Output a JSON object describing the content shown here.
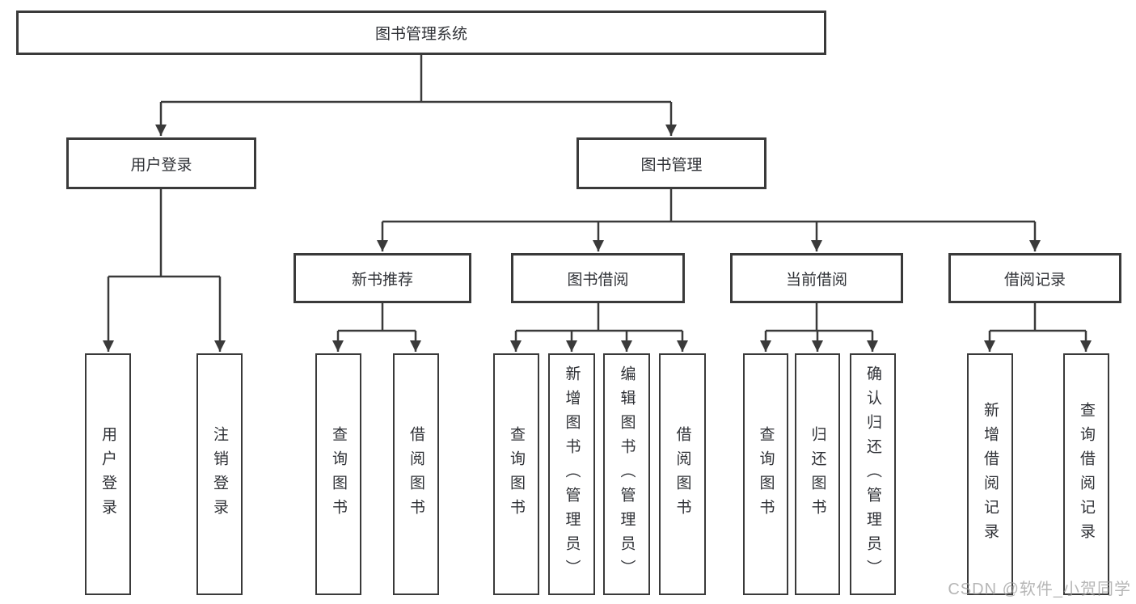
{
  "colors": {
    "line": "#3a3a3a",
    "box_border": "#3a3a3a",
    "text": "#2f3136",
    "background": "#ffffff",
    "watermark": "#9e9e9e"
  },
  "watermark": "CSDN @软件_小贺同学",
  "nodes": {
    "root": {
      "label": "图书管理系统"
    },
    "user_login": {
      "label": "用户登录",
      "children": [
        {
          "label": "用户登录"
        },
        {
          "label": "注销登录"
        }
      ]
    },
    "book_mgmt": {
      "label": "图书管理",
      "children": [
        {
          "label": "新书推荐",
          "children": [
            {
              "label": "查询图书"
            },
            {
              "label": "借阅图书"
            }
          ]
        },
        {
          "label": "图书借阅",
          "children": [
            {
              "label": "查询图书"
            },
            {
              "label": "新增图书（管理员）"
            },
            {
              "label": "编辑图书（管理员）"
            },
            {
              "label": "借阅图书"
            }
          ]
        },
        {
          "label": "当前借阅",
          "children": [
            {
              "label": "查询图书"
            },
            {
              "label": "归还图书"
            },
            {
              "label": "确认归还（管理员）"
            }
          ]
        },
        {
          "label": "借阅记录",
          "children": [
            {
              "label": "新增借阅记录"
            },
            {
              "label": "查询借阅记录"
            }
          ]
        }
      ]
    }
  }
}
